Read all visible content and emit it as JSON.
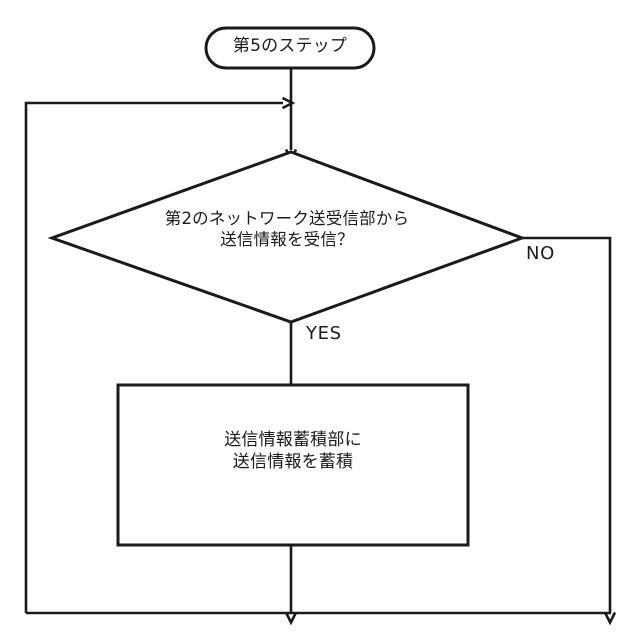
{
  "diagram": {
    "type": "flowchart",
    "title": "",
    "background_color": "#ffffff",
    "stroke_color": "#1a1a1a",
    "text_color": "#1a1a1a",
    "nodes": {
      "terminal": {
        "shape": "rounded-terminal",
        "label": "第5のステップ"
      },
      "decision": {
        "shape": "diamond",
        "line1": "第2のネットワーク送受信部から",
        "line2": "送信情報を受信？"
      },
      "process": {
        "shape": "rectangle",
        "line1": "送信情報蓄積部に",
        "line2": "送信情報を蓄積"
      }
    },
    "branches": {
      "yes": "YES",
      "no": "NO"
    }
  }
}
